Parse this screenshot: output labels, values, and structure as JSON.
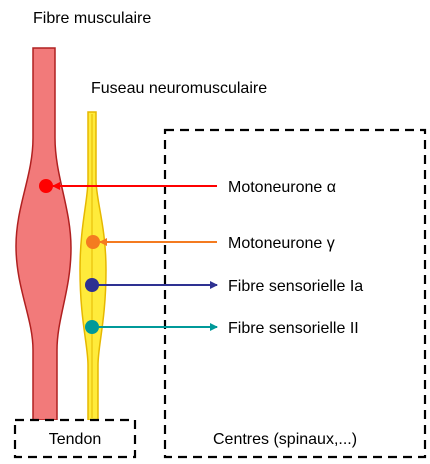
{
  "labels": {
    "muscle_fiber": "Fibre musculaire",
    "spindle": "Fuseau neuromusculaire",
    "alpha_motoneuron": "Motoneurone α",
    "gamma_motoneuron": "Motoneurone γ",
    "sensory_ia": "Fibre sensorielle Ia",
    "sensory_ii": "Fibre sensorielle II",
    "tendon": "Tendon",
    "centers": "Centres (spinaux,...)"
  },
  "colors": {
    "muscle_fill": "#f27a7a",
    "muscle_stroke": "#b02020",
    "spindle_fill": "#ffeb3b",
    "spindle_stroke": "#e6b800",
    "alpha": "#ff0000",
    "gamma": "#f47b20",
    "ia": "#2e3192",
    "ii": "#009999"
  },
  "connections": [
    {
      "from": "alpha_motoneuron",
      "to": "muscle_fiber",
      "direction": "efferent"
    },
    {
      "from": "gamma_motoneuron",
      "to": "spindle",
      "direction": "efferent"
    },
    {
      "from": "spindle",
      "to": "sensory_ia",
      "direction": "afferent"
    },
    {
      "from": "spindle",
      "to": "sensory_ii",
      "direction": "afferent"
    }
  ]
}
